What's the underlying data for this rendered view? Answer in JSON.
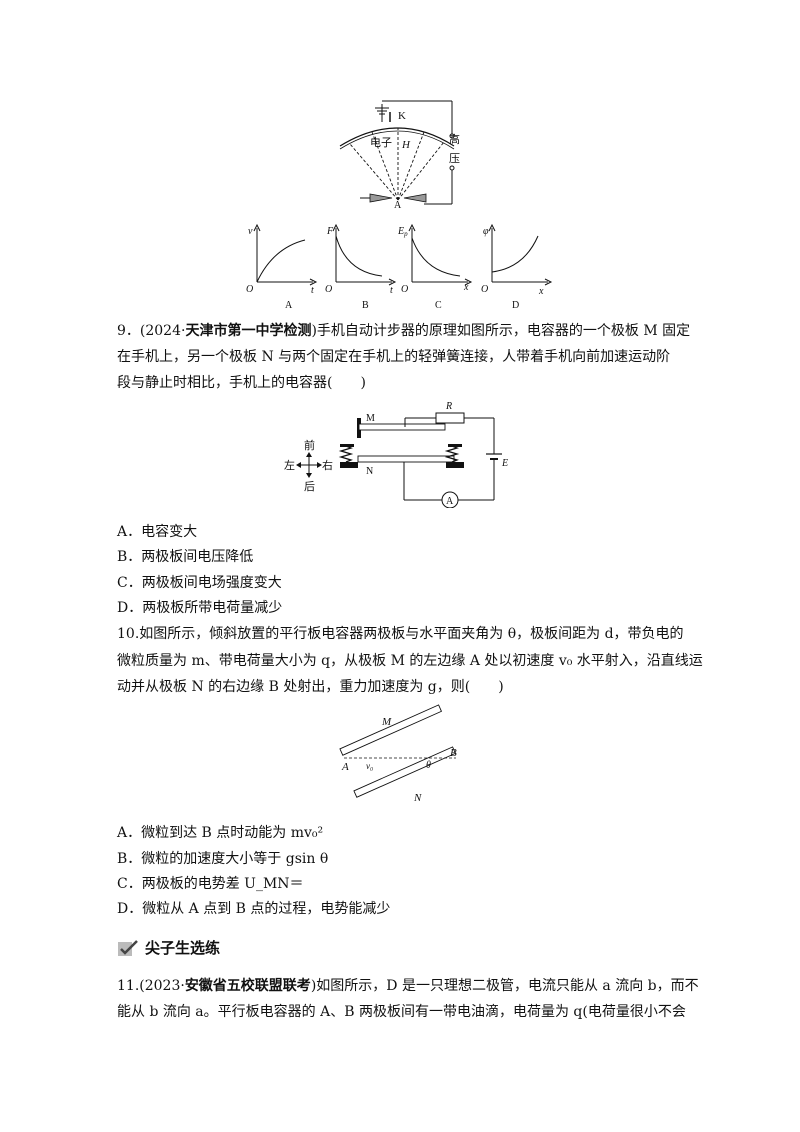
{
  "fig8": {
    "apparatus": {
      "K": "K",
      "electron": "电子",
      "H": "H",
      "hv1": "高",
      "hv2": "压",
      "A": "A"
    },
    "graphs": [
      {
        "ylabel": "v",
        "origin": "O",
        "xlabel": "t",
        "caption": "A"
      },
      {
        "ylabel": "F",
        "origin": "O",
        "xlabel": "t",
        "caption": "B"
      },
      {
        "ylabel": "E",
        "ysub": "p",
        "origin": "O",
        "xlabel": "x",
        "caption": "C"
      },
      {
        "ylabel": "φ",
        "origin": "O",
        "xlabel": "x",
        "caption": "D"
      }
    ]
  },
  "q9": {
    "num": "9．(2024·",
    "source": "天津市第一中学检测",
    "line1_rest": ")手机自动计步器的原理如图所示，电容器的一个极板 M 固定",
    "line2": "在手机上，另一个极板 N 与两个固定在手机上的轻弹簧连接，人带着手机向前加速运动阶",
    "line3": "段与静止时相比，手机上的电容器(　　)",
    "fig": {
      "M": "M",
      "N": "N",
      "R": "R",
      "E": "E",
      "ammeter": "A",
      "front": "前",
      "back": "后",
      "left": "左",
      "right": "右"
    },
    "options": [
      "A．电容变大",
      "B．两极板间电压降低",
      "C．两极板间电场强度变大",
      "D．两极板所带电荷量减少"
    ]
  },
  "q10": {
    "line1": "10.如图所示，倾斜放置的平行板电容器两极板与水平面夹角为 θ，极板间距为 d，带负电的",
    "line2": "微粒质量为 m、带电荷量大小为 q，从极板 M 的左边缘 A 处以初速度 v₀ 水平射入，沿直线运",
    "line3": "动并从极板 N 的右边缘 B 处射出，重力加速度为 g，则(　　)",
    "fig": {
      "M": "M",
      "N": "N",
      "A": "A",
      "B": "B",
      "v0": "v₀",
      "theta": "θ"
    },
    "options": [
      "A．微粒到达 B 点时动能为 mv₀²",
      "B．微粒的加速度大小等于 gsin  θ",
      "C．两极板的电势差 U_MN＝",
      "D．微粒从 A 点到 B 点的过程，电势能减少"
    ]
  },
  "section": {
    "title": "尖子生选练"
  },
  "q11": {
    "num": "11.(2023·",
    "source": "安徽省五校联盟联考",
    "line1_rest": ")如图所示，D 是一只理想二极管，电流只能从 a 流向 b，而不",
    "line2": "能从 b 流向 a。平行板电容器的 A、B 两极板间有一带电油滴，电荷量为 q(电荷量很小不会"
  }
}
